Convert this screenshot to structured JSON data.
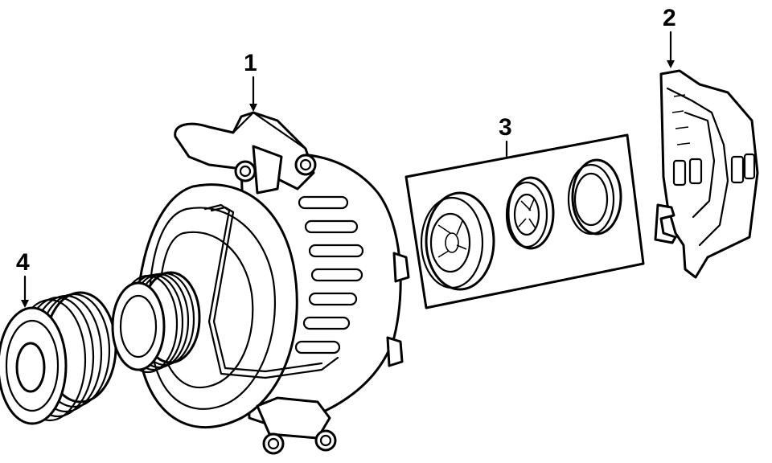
{
  "callouts": [
    {
      "id": "1",
      "label": "1"
    },
    {
      "id": "2",
      "label": "2"
    },
    {
      "id": "3",
      "label": "3"
    },
    {
      "id": "4",
      "label": "4"
    }
  ],
  "parts": [
    {
      "callout": "1",
      "icon": "alternator-icon"
    },
    {
      "callout": "2",
      "icon": "voltage-regulator-icon"
    },
    {
      "callout": "3",
      "icon": "bearing-kit-icon"
    },
    {
      "callout": "4",
      "icon": "pulley-icon"
    }
  ]
}
